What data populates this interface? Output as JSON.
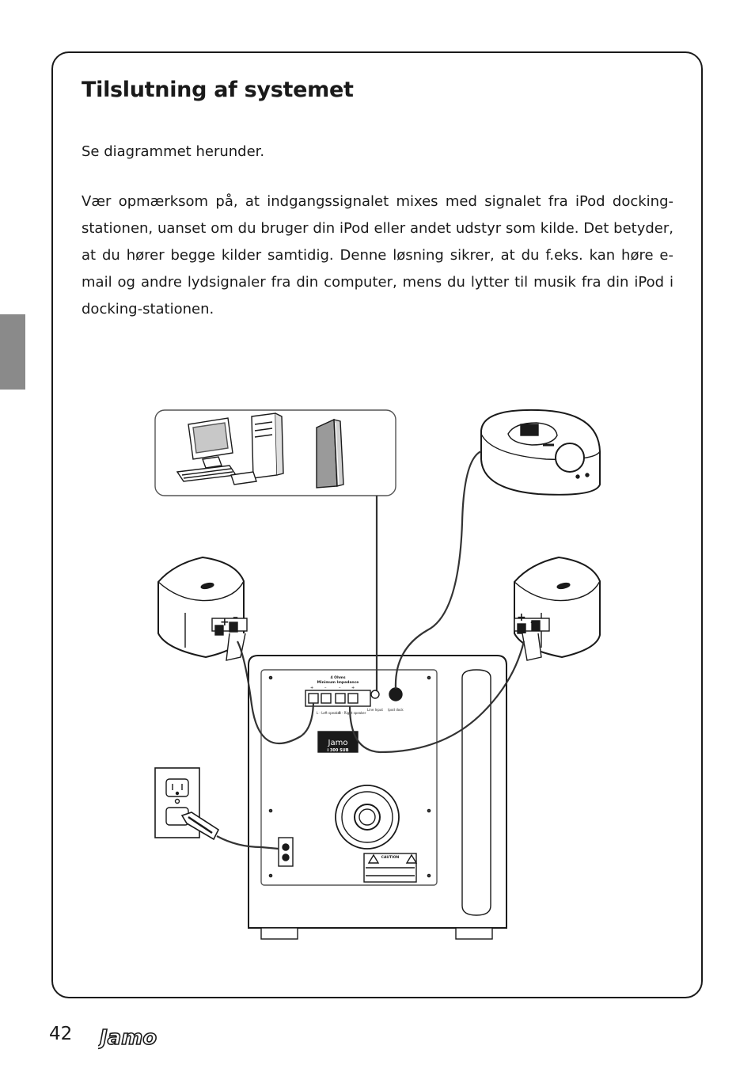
{
  "page": {
    "title": "Tilslutning af systemet",
    "intro": "Se diagrammet herunder.",
    "paragraph": "Vær opmærksom på, at indgangssignalet mixes med signalet fra iPod docking-stationen, uanset om du bruger din iPod eller andet udstyr som kilde. Det betyder, at du hører begge kilder samtidig. Denne løsning sikrer, at du f.eks. kan høre e-mail og andre lydsignaler fra din computer, mens du lytter til musik fra din iPod i docking-stationen.",
    "page_number": "42"
  },
  "diagram": {
    "plus": "+",
    "minus": "–",
    "impedance_line1": "4 Ohms",
    "impedance_line2": "Minimum Impedance",
    "terminal_plus": "+",
    "terminal_minus": "–",
    "left_speaker_label": "L - Left speaker",
    "right_speaker_label": "R - Right speaker",
    "line_input_label": "Line Input",
    "ipod_dock_label": "Ipod dock",
    "sub_brand": "Jamo",
    "sub_model": "i 300 SUB",
    "caution_label": "CAUTION"
  },
  "footer": {
    "logo_text": "Jamo"
  },
  "colors": {
    "ink": "#1a1a1a",
    "side_tab": "#8a8a8a"
  }
}
